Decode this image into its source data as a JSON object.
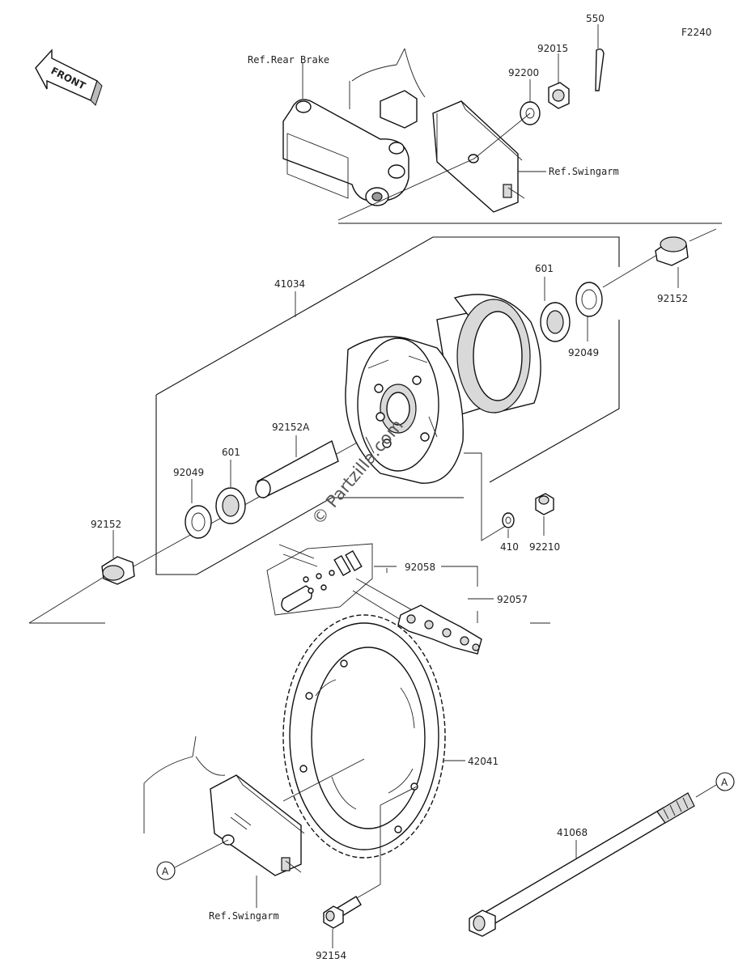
{
  "figure_code": "F2240",
  "front_label": "FRONT",
  "watermark": "© Partzilla.com",
  "refs": {
    "rear_brake": "Ref.Rear Brake",
    "swingarm_top": "Ref.Swingarm",
    "swingarm_bottom": "Ref.Swingarm"
  },
  "circle_marker": "A",
  "parts": {
    "p550": "550",
    "p92015": "92015",
    "p92200": "92200",
    "p41034": "41034",
    "p601_right": "601",
    "p92152_right": "92152",
    "p92049_right": "92049",
    "p92152A": "92152A",
    "p601_left": "601",
    "p92049_left": "92049",
    "p92152_left": "92152",
    "p410": "410",
    "p92210": "92210",
    "p92058": "92058",
    "p92057": "92057",
    "p42041": "42041",
    "p41068": "41068",
    "p92154": "92154"
  }
}
